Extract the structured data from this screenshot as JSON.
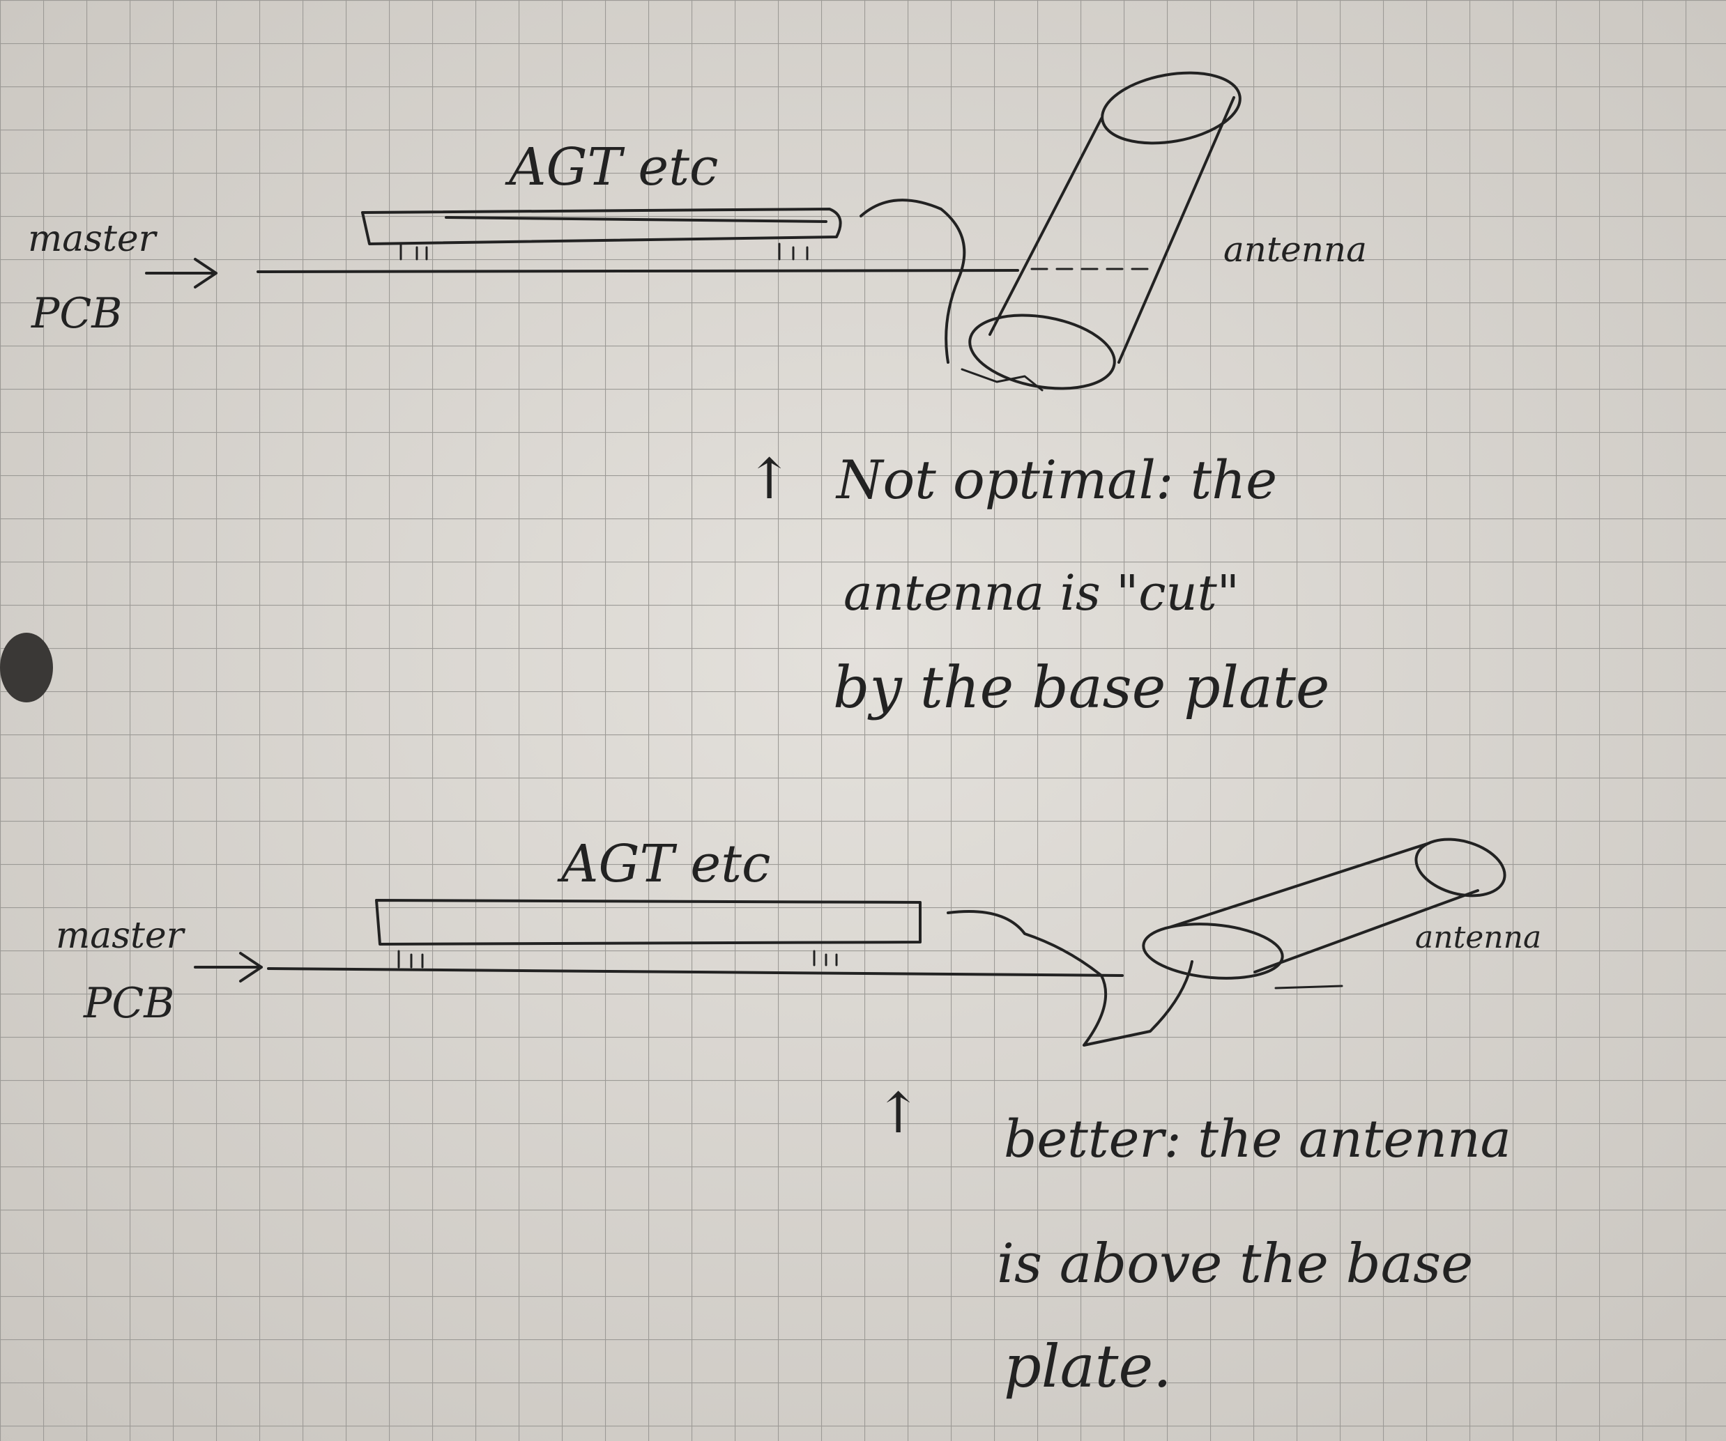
{
  "paper": {
    "background": "#dcd8d2",
    "grid_color": "#9c9a96",
    "ink_color": "#222222"
  },
  "top_sketch": {
    "board_label": "AGT etc",
    "pcb_label_line1": "master",
    "pcb_label_line2": "PCB",
    "antenna_label": "antenna",
    "note_marker": "↑",
    "note_line1": "Not optimal: the",
    "note_line2": "antenna is \"cut\"",
    "note_line3": "by the base plate"
  },
  "bottom_sketch": {
    "board_label": "AGT etc",
    "pcb_label_line1": "master",
    "pcb_label_line2": "PCB",
    "antenna_label": "antenna",
    "note_marker": "↑",
    "note_line1": "better: the antenna",
    "note_line2": "is above the base",
    "note_line3": "plate."
  }
}
